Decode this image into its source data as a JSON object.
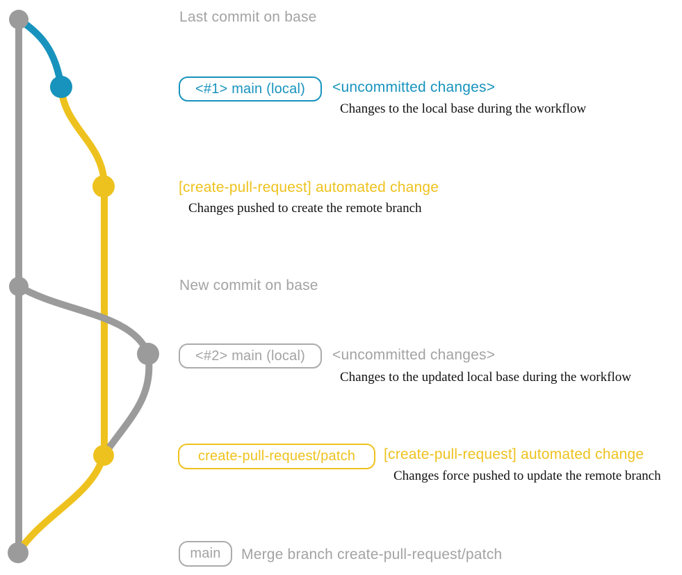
{
  "colors": {
    "graph_gray": "#9b9b9b",
    "text_gray": "#a3a3a3",
    "badge_gray": "#ababab",
    "blue": "#1793bd",
    "yellow": "#eec21e",
    "desc_black": "#111111"
  },
  "graph": {
    "commits": [
      {
        "id": "base-tip",
        "color": "gray"
      },
      {
        "id": "local-commit-1",
        "color": "blue"
      },
      {
        "id": "patch-commit-1",
        "color": "yellow"
      },
      {
        "id": "new-base-commit",
        "color": "gray"
      },
      {
        "id": "local-commit-2",
        "color": "gray"
      },
      {
        "id": "patch-commit-2",
        "color": "yellow"
      },
      {
        "id": "merge-commit",
        "color": "gray"
      }
    ]
  },
  "annotations": {
    "top_label": "Last commit on base",
    "row1": {
      "badge": "<#1> main (local)",
      "note": "<uncommitted changes>",
      "desc": "Changes to the local base during the workflow"
    },
    "row2": {
      "note": "[create-pull-request] automated change",
      "desc": "Changes pushed to create the remote branch"
    },
    "mid_label": "New commit on base",
    "row3": {
      "badge": "<#2> main (local)",
      "note": "<uncommitted changes>",
      "desc": "Changes to the updated local base during the workflow"
    },
    "row4": {
      "badge": "create-pull-request/patch",
      "note": "[create-pull-request] automated change",
      "desc": "Changes force pushed to update the remote branch"
    },
    "row5": {
      "badge": "main",
      "note": "Merge branch create-pull-request/patch"
    }
  }
}
